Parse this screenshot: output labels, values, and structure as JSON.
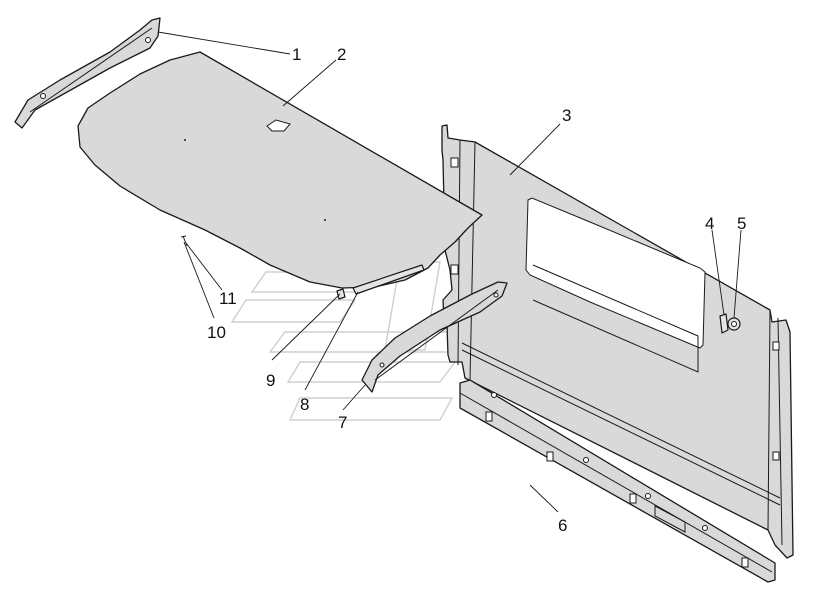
{
  "callouts": {
    "c1": "1",
    "c2": "2",
    "c3": "3",
    "c4": "4",
    "c5": "5",
    "c6": "6",
    "c7": "7",
    "c8": "8",
    "c9": "9",
    "c10": "10",
    "c11": "11"
  },
  "colors": {
    "part_fill": "#d9d9d9",
    "outline": "#1a1a1a",
    "background": "#ffffff",
    "watermark": "#cfcfcf"
  }
}
